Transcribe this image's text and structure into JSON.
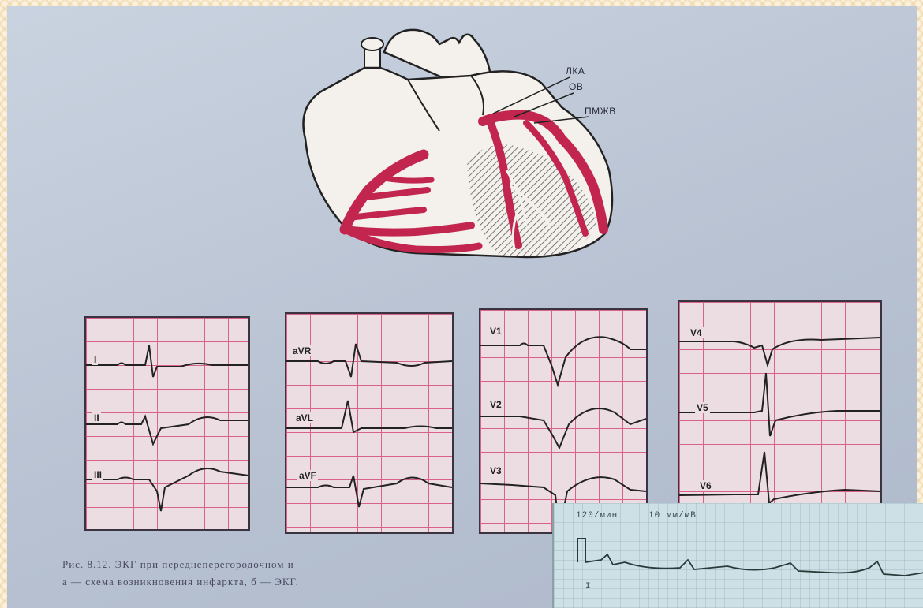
{
  "heart_labels": {
    "lka": "ЛКА",
    "ov": "ОВ",
    "pmzhv": "ПМЖВ"
  },
  "panels": [
    {
      "leads": [
        "I",
        "II",
        "III"
      ]
    },
    {
      "leads": [
        "aVR",
        "aVL",
        "aVF"
      ]
    },
    {
      "leads": [
        "V1",
        "V2",
        "V3"
      ]
    },
    {
      "leads": [
        "V4",
        "V5",
        "V6"
      ]
    }
  ],
  "caption": {
    "line1": "Рис. 8.12. ЭКГ при переднеперегородочном и",
    "line2": "а — схема возникновения инфаркта, б — ЭКГ."
  },
  "monitor": {
    "rate": "120/мин",
    "speed": "10 мм/мВ",
    "lead": "I"
  },
  "colors": {
    "artery": "#c2264f",
    "grid": "#d9628a",
    "paper": "#ecdde2"
  }
}
